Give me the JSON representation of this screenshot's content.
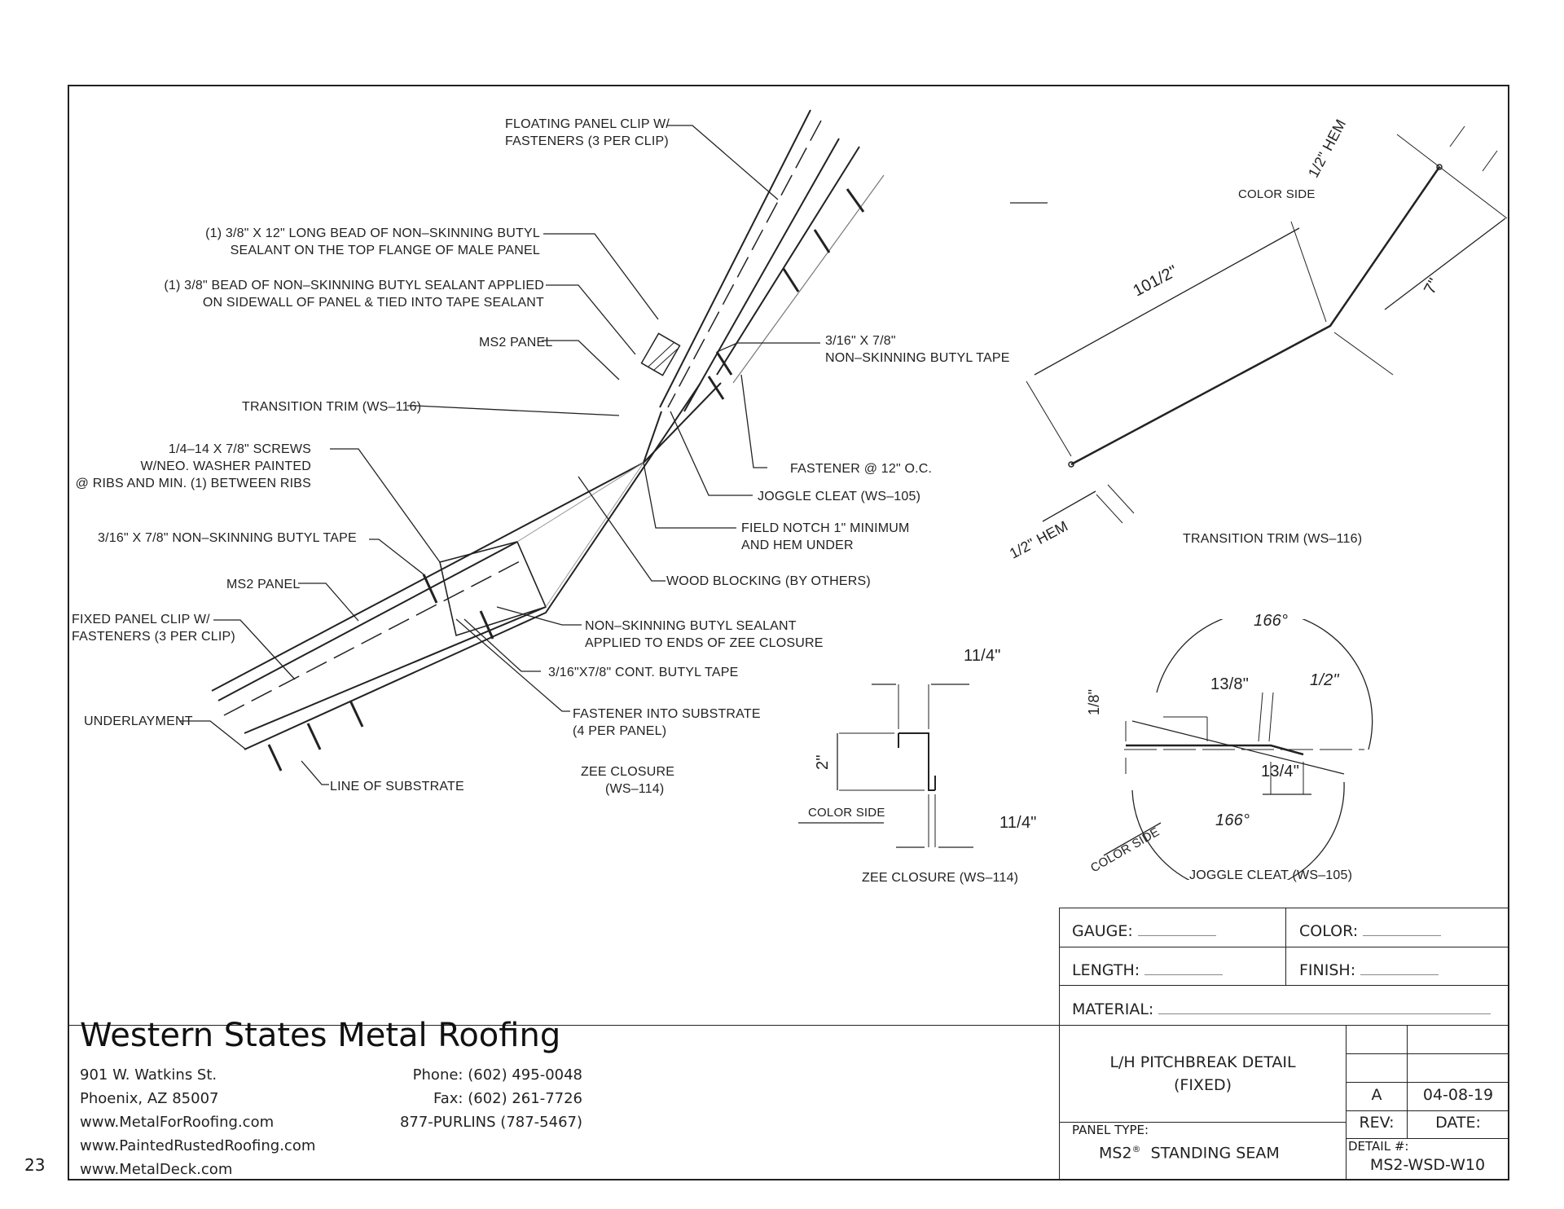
{
  "page_number": "23",
  "main_labels": {
    "floating_clip_1": "FLOATING PANEL CLIP W/",
    "floating_clip_2": "FASTENERS (3 PER CLIP)",
    "bead12_1": "(1) 3/8\" X 12\" LONG BEAD OF NON–SKINNING BUTYL",
    "bead12_2": "SEALANT ON THE TOP FLANGE OF MALE PANEL",
    "bead_side_1": "(1) 3/8\" BEAD OF NON–SKINNING BUTYL SEALANT APPLIED",
    "bead_side_2": "ON SIDEWALL OF PANEL & TIED INTO TAPE SEALANT",
    "ms2_panel_top": "MS2 PANEL",
    "butyl_tape_top_1": "3/16\" X 7/8\"",
    "butyl_tape_top_2": "NON–SKINNING BUTYL TAPE",
    "transition_trim": "TRANSITION TRIM (WS–116)",
    "screws_1": "1/4–14 X 7/8\" SCREWS",
    "screws_2": "W/NEO. WASHER PAINTED",
    "screws_3": "@ RIBS AND MIN. (1) BETWEEN RIBS",
    "fastener_12": "FASTENER @ 12\" O.C.",
    "joggle_cleat": "JOGGLE CLEAT (WS–105)",
    "butyl_tape_left": "3/16\" X 7/8\" NON–SKINNING BUTYL TAPE",
    "field_notch_1": "FIELD NOTCH 1\" MINIMUM",
    "field_notch_2": "AND HEM UNDER",
    "ms2_panel_low": "MS2 PANEL",
    "wood_blocking": "WOOD BLOCKING (BY OTHERS)",
    "fixed_clip_1": "FIXED PANEL CLIP W/",
    "fixed_clip_2": "FASTENERS (3 PER CLIP)",
    "sealant_zee_1": "NON–SKINNING BUTYL SEALANT",
    "sealant_zee_2": "APPLIED TO ENDS OF ZEE CLOSURE",
    "cont_butyl": "3/16\"X7/8\" CONT. BUTYL TAPE",
    "fastener_sub_1": "FASTENER INTO SUBSTRATE",
    "fastener_sub_2": "(4 PER PANEL)",
    "underlayment": "UNDERLAYMENT",
    "zee_closure_1": "ZEE CLOSURE",
    "zee_closure_2": "(WS–114)",
    "line_substrate": "LINE OF SUBSTRATE",
    "registered": "®"
  },
  "trim_detail": {
    "title": "TRANSITION TRIM (WS–116)",
    "color_side": "COLOR SIDE",
    "hem_top": "HEM",
    "hem_bottom": "HEM",
    "dim_long_whole": "10",
    "dim_short": "7\"",
    "half_num": "1",
    "half_den": "2"
  },
  "zee_detail": {
    "title": "ZEE CLOSURE (WS–114)",
    "color_side": "COLOR SIDE",
    "dim_height": "2\"",
    "dim_flange_whole": "1",
    "dim_flange_num": "1",
    "dim_flange_den": "4"
  },
  "joggle_detail": {
    "title": "JOGGLE CLEAT (WS–105)",
    "color_side": "COLOR SIDE",
    "angle": "166°",
    "dim_38_whole": "1",
    "dim_38_num": "3",
    "dim_38_den": "8",
    "dim_half_num": "1",
    "dim_half_den": "2",
    "dim_eighth_num": "1",
    "dim_eighth_den": "8",
    "dim_34_whole": "1",
    "dim_34_num": "3",
    "dim_34_den": "4"
  },
  "title_block": {
    "gauge": "GAUGE:",
    "color": "COLOR:",
    "length": "LENGTH:",
    "finish": "FINISH:",
    "material": "MATERIAL:",
    "detail_title_1": "L/H PITCHBREAK DETAIL",
    "detail_title_2": "(FIXED)",
    "panel_type_label": "PANEL TYPE:",
    "panel_type_main": "MS2",
    "panel_type_sup": "®",
    "panel_type_rest": "STANDING SEAM",
    "rev_value": "A",
    "date_value": "04-08-19",
    "rev_label": "REV:",
    "date_label": "DATE:",
    "detail_no_label": "DETAIL #:",
    "detail_no": "MS2-WSD-W10"
  },
  "company": {
    "name": "Western States Metal Roofing",
    "address1": "901 W. Watkins St.",
    "address2": "Phoenix, AZ 85007",
    "web1": "www.MetalForRoofing.com",
    "web2": "www.PaintedRustedRoofing.com",
    "web3": "www.MetalDeck.com",
    "phone": "Phone: (602) 495-0048",
    "fax": "Fax: (602) 261-7726",
    "tollfree": "877-PURLINS (787-5467)"
  }
}
